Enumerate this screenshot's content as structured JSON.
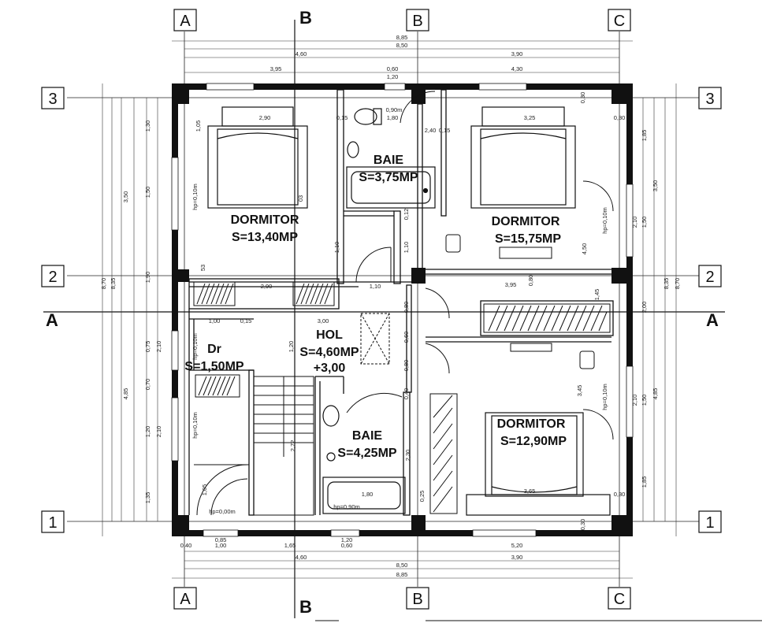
{
  "axes": {
    "top": [
      "A",
      "B",
      "B",
      "C"
    ],
    "bottom": [
      "A",
      "B",
      "B",
      "C"
    ],
    "left": [
      "3",
      "2",
      "1"
    ],
    "right": [
      "3",
      "2",
      "1"
    ],
    "section_a": "A",
    "section_b": "B"
  },
  "rooms": {
    "dormitor1": {
      "name": "DORMITOR",
      "area": "S=13,40MP"
    },
    "baie1": {
      "name": "BAIE",
      "area": "S=3,75MP"
    },
    "dormitor2": {
      "name": "DORMITOR",
      "area": "S=15,75MP"
    },
    "hol": {
      "name": "HOL",
      "area": "S=4,60MP",
      "level": "+3,00"
    },
    "dr": {
      "name": "Dr",
      "area": "S=1,50MP"
    },
    "baie2": {
      "name": "BAIE",
      "area": "S=4,25MP"
    },
    "dormitor3": {
      "name": "DORMITOR",
      "area": "S=12,90MP"
    }
  },
  "dims": {
    "top_total_outer": "8,85",
    "top_total_inner": "8,50",
    "top_left": "4,60",
    "top_right": "3,90",
    "top_a": "3,95",
    "top_b": "0,60",
    "top_c": "1,20",
    "top_d": "4,30",
    "bot_a": "0,40",
    "bot_b": "0,85",
    "bot_c": "1,00",
    "bot_d": "1,65",
    "bot_e": "1,20",
    "bot_f": "0,60",
    "bot_g": "5,20",
    "bot_left": "4,60",
    "bot_right": "3,90",
    "bot_total_inner": "8,50",
    "bot_total_outer": "8,85",
    "left_outer": "8,70",
    "left_inner": "8,35",
    "left_top": "3,50",
    "left_bot": "4,85",
    "left_a": "1,30",
    "left_b": "1,50",
    "left_c": "1,90",
    "left_d": "0,75",
    "left_e": "0,70",
    "left_f": "1,20",
    "left_g": "1,35",
    "left_h": "2,10",
    "left_i": "2,10",
    "right_outer": "8,70",
    "right_inner": "8,35",
    "right_top": "3,50",
    "right_bot": "4,85",
    "right_a": "1,85",
    "right_b": "1,50",
    "right_c": "2,10",
    "right_d": "2,00",
    "right_e": "2,10",
    "right_f": "1,50",
    "right_g": "1,85",
    "in_290a": "2,90",
    "in_015a": "0,15",
    "in_090": "0,90m",
    "in_180a": "1,80",
    "in_325": "3,25",
    "in_030a": "0,30",
    "in_240": "2,40",
    "in_015b": "0,15",
    "in_300": "3,00",
    "in_100a": "1,00",
    "in_015c": "0,15",
    "in_110a": "1,10",
    "in_110b": "1,10",
    "in_110c": "1,10",
    "in_395": "3,95",
    "in_290b": "2,90",
    "in_450": "4,50",
    "in_345": "3,45",
    "in_365": "3,65",
    "in_180b": "1,80",
    "in_120": "1,20",
    "in_272": "2,72",
    "in_230": "2,30",
    "in_105": "1,05",
    "in_hp0": "hp=0,00m",
    "in_hp090": "hp=0,90m",
    "in_hp010a": "hp=0,10m",
    "in_hp010b": "hp=0,10m",
    "in_hp010c": "hp=0,10m",
    "in_hp010d": "hp=0,10m",
    "in_hp010e": "hp=0,10m",
    "in_080a": "0,80",
    "in_080b": "0,80",
    "in_080c": "0,80",
    "in_030b": "0,30",
    "in_030c": "0,30",
    "in_030d": "0,30",
    "in_145": "1,45",
    "in_053": "53",
    "in_003": "03",
    "in_025": "0,25",
    "in_040": "0,40",
    "in_060": "0,60",
    "in_012": "0,12",
    "in_105b": "1,05"
  }
}
